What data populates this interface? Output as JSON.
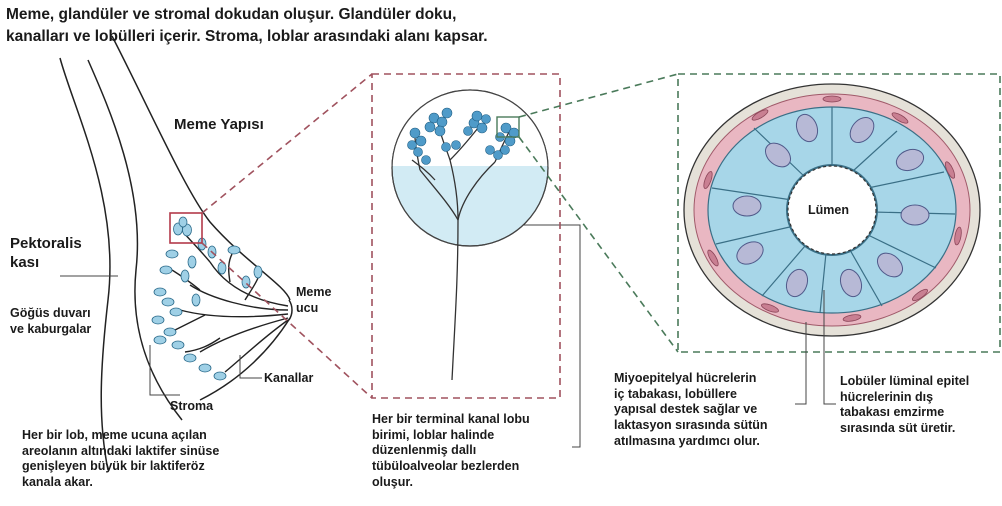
{
  "heading": "Meme, glandüler ve stromal dokudan oluşur. Glandüler doku,\nkanalları ve lobülleri içerir. Stroma, loblar arasındaki alanı kapsar.",
  "labels": {
    "breast_structure": "Meme Yapısı",
    "pectoralis": "Pektoralis\nkası",
    "chest_wall": "Göğüs duvarı\nve kaburgalar",
    "nipple": "Meme\nucu",
    "stroma": "Stroma",
    "ducts": "Kanallar",
    "lumen": "Lümen"
  },
  "captions": {
    "lobe": "Her bir lob, meme ucuna açılan\nareolanın altındaki laktifer sinüse\ngenişleyen büyük bir laktiferöz\nkanala akar.",
    "tdlu": "Her bir terminal kanal lobu\nbirimi, loblar halinde\ndüzenlenmiş dallı\ntübüloalveolar bezlerden\noluşur.",
    "myoepithelial": "Miyoepitelyal hücrelerin\niç tabakası, lobüllere\nyapısal destek sağlar ve\nlaktasyon sırasında sütün\natılmasına yardımcı olur.",
    "luminal": "Lobüler lüminal epitel\nhücrelerinin dış\ntabakası emzirme\nsırasında süt üretir."
  },
  "colors": {
    "dashed_red": "#a0525e",
    "dashed_green": "#4a7a5a",
    "epithelium": "#a7d6e8",
    "myoepithelium": "#e9b7c2",
    "lobule_fill": "#d2ebf4",
    "acinus": "#4f9bc9"
  }
}
